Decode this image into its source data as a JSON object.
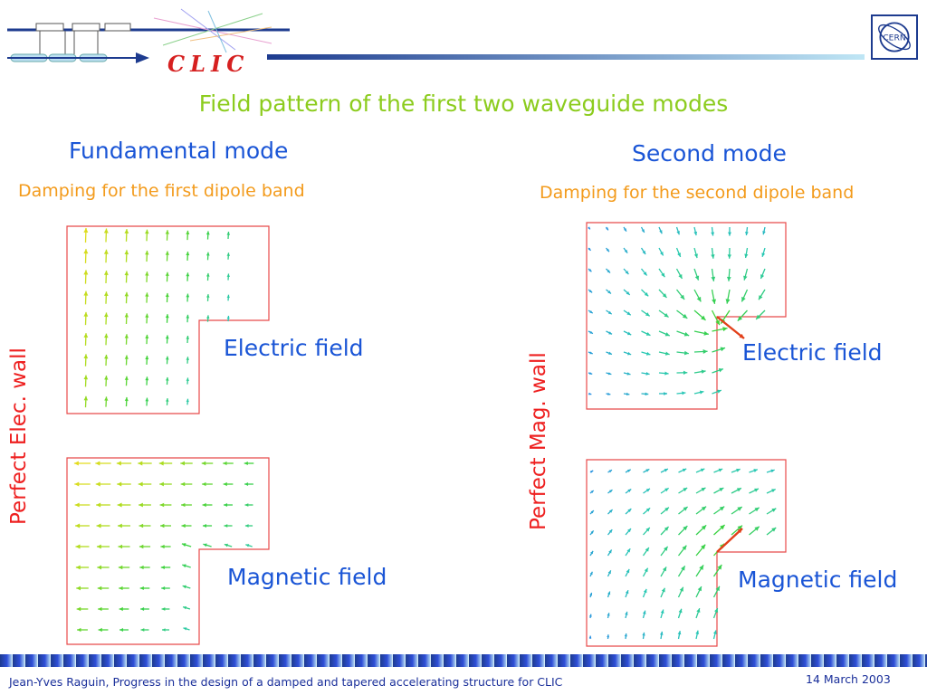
{
  "header": {
    "logo_text": "CLIC",
    "cern_logo": "CERN",
    "icons": [
      "accelerator-schematic-icon",
      "particle-collision-icon",
      "cern-logo-icon"
    ]
  },
  "slide": {
    "title": "Field pattern of the first two waveguide modes"
  },
  "left": {
    "mode_heading": "Fundamental mode",
    "damping": "Damping for the first dipole band",
    "wall_label": "Perfect Elec. wall",
    "electric_label": "Electric field",
    "magnetic_label": "Magnetic field"
  },
  "right": {
    "mode_heading": "Second mode",
    "damping": "Damping for the second dipole band",
    "wall_label": "Perfect Mag. wall",
    "electric_label": "Electric field",
    "magnetic_label": "Magnetic field"
  },
  "footer": {
    "text": "Jean-Yves  Raguin, Progress in the design of a damped and tapered accelerating structure for CLIC",
    "date": "14 March 2003"
  },
  "colors": {
    "title": "#8ccc1e",
    "heading": "#1a55d6",
    "damping": "#f39b1c",
    "wall": "#ee2020",
    "outline": "#e84a4a",
    "highlight_arrow": "#e2401a"
  }
}
